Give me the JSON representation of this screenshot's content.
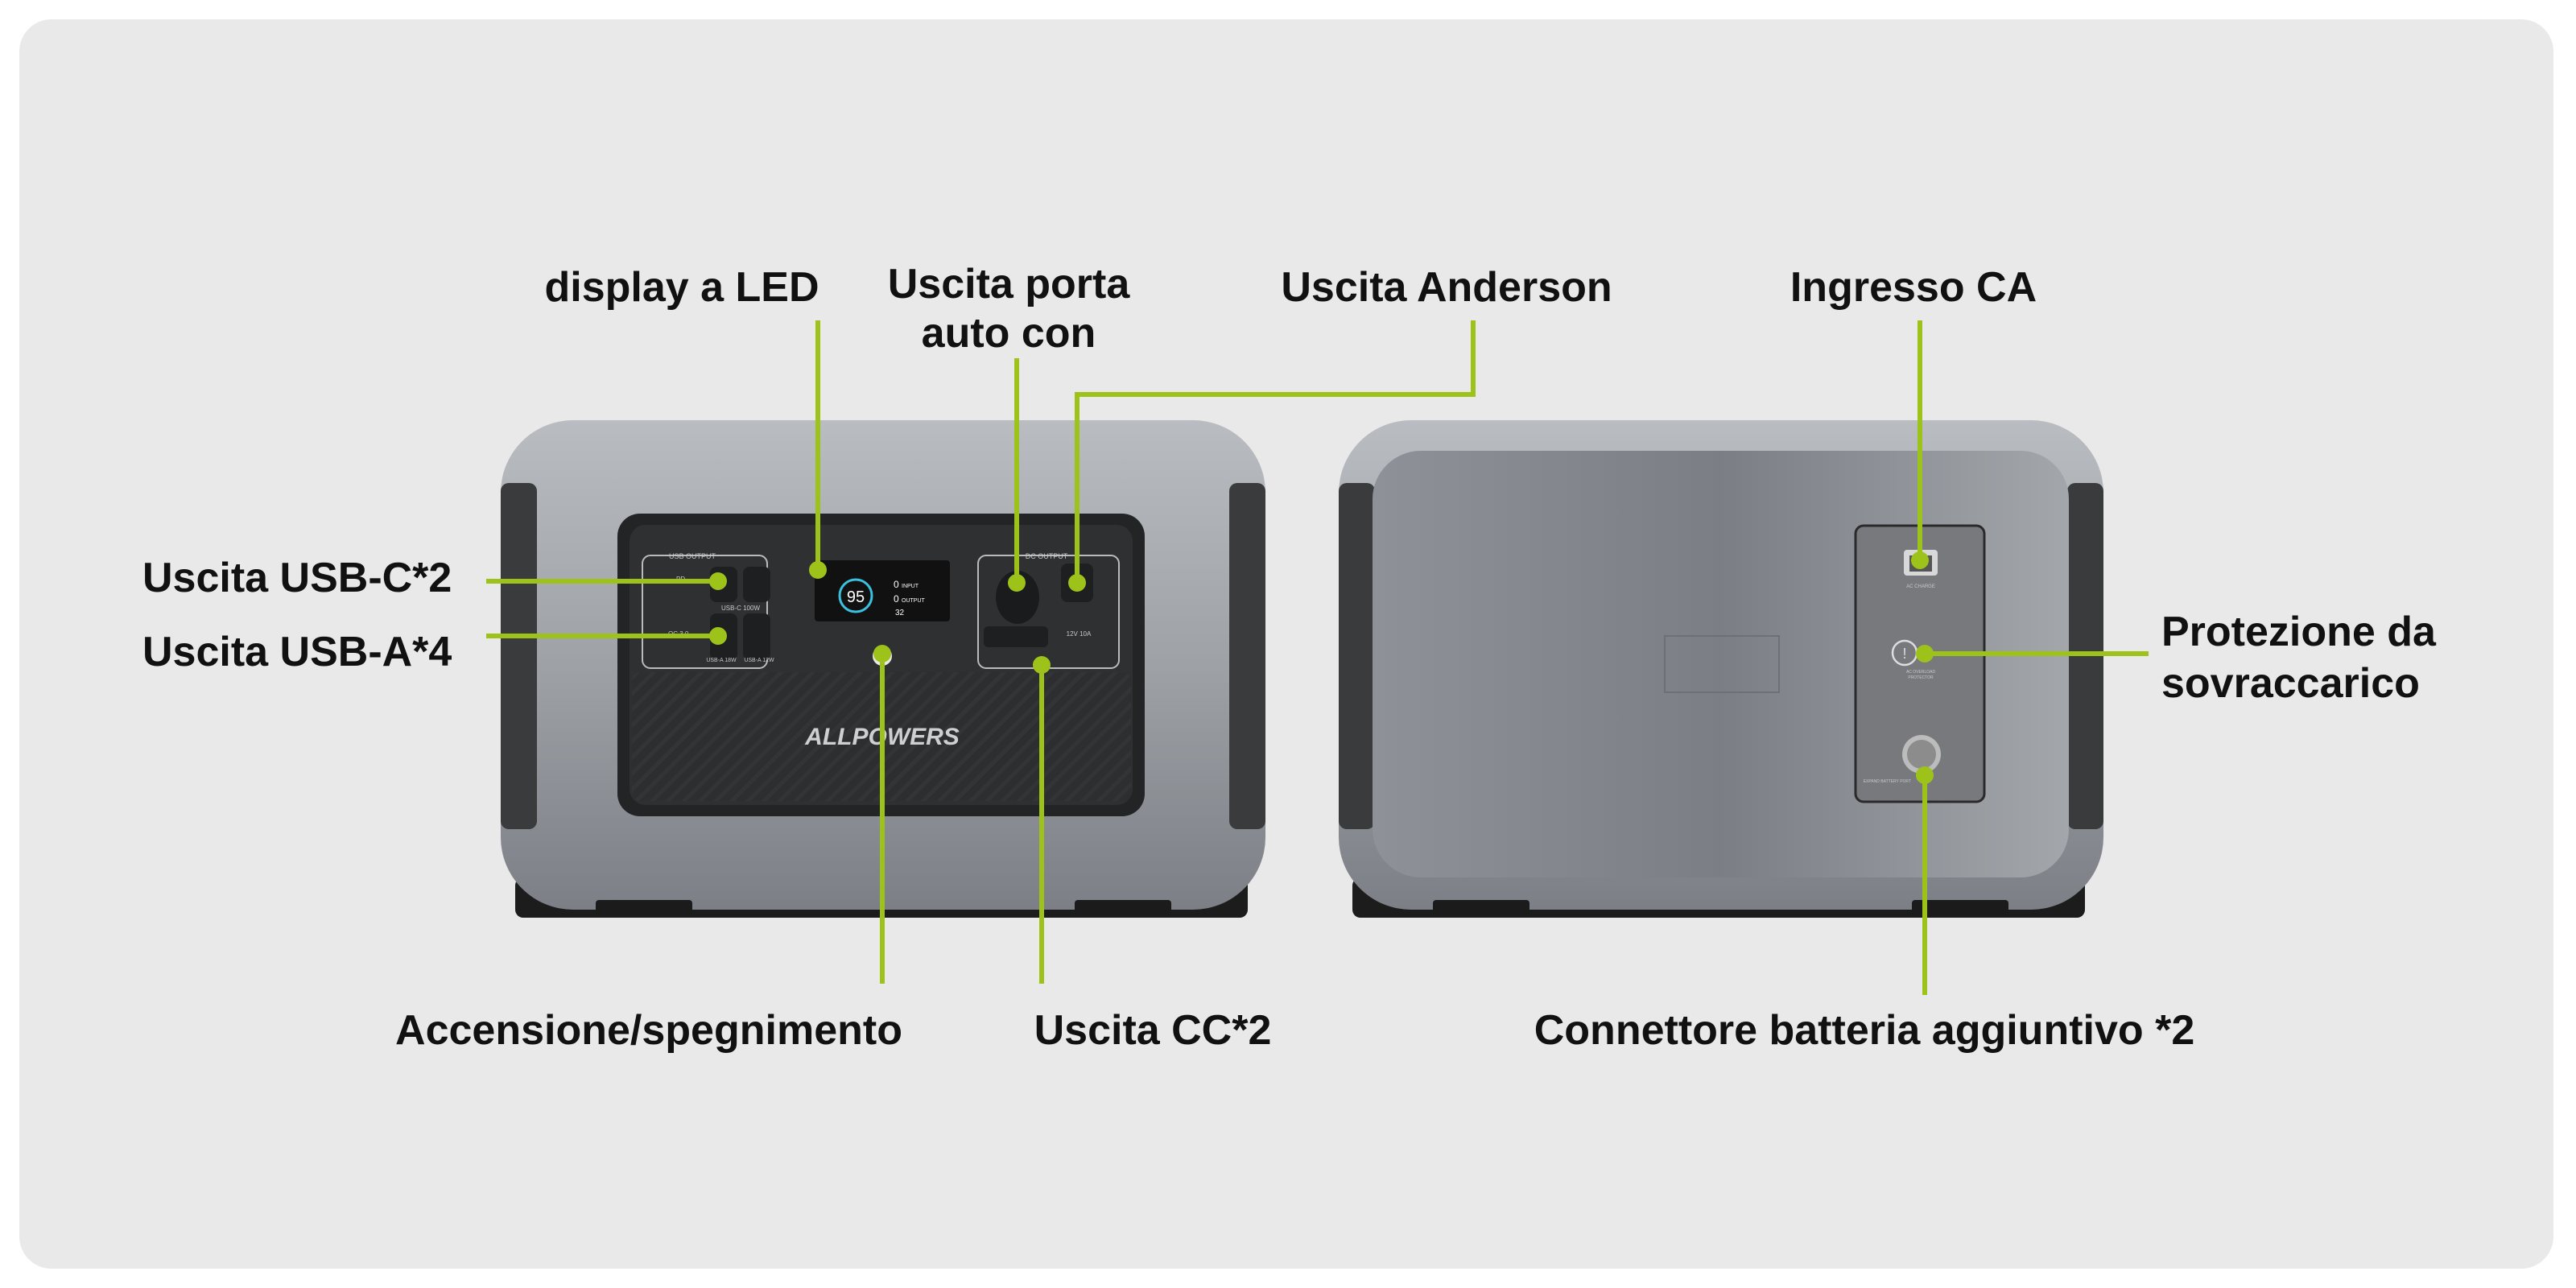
{
  "labels": {
    "led_display": "display a LED",
    "car_port_line1": "Uscita porta",
    "car_port_line2": "auto con",
    "anderson": "Uscita Anderson",
    "ac_input": "Ingresso CA",
    "usb_c": "Uscita USB-C*2",
    "usb_a": "Uscita USB-A*4",
    "overload_line1": "Protezione da",
    "overload_line2": "sovraccarico",
    "power": "Accensione/spegnimento",
    "dc_out": "Uscita CC*2",
    "battery_connector": "Connettore batteria aggiuntivo *2"
  },
  "device": {
    "brand": "ALLPOWERS",
    "usb_output": "USB OUTPUT",
    "usb_c_rating": "USB-C 100W",
    "usb_a_18": "USB-A 18W",
    "usb_a_12": "USB-A 12W",
    "pd": "PD",
    "qc": "QC 3.0",
    "dc_output": "DC OUTPUT",
    "dc_rating": "12V 10A",
    "battery_pct": "95",
    "input_w": "0",
    "input_label": "INPUT",
    "output_w": "0",
    "output_label": "OUTPUT",
    "time": "32",
    "ac_charge": "AC CHARGE",
    "overload_1": "AC OVERLOAD",
    "overload_2": "PROTECTOR",
    "expand_port": "EXPAND BATTERY PORT"
  },
  "colors": {
    "accent": "#9dc31b",
    "background": "#e9e9e9"
  }
}
